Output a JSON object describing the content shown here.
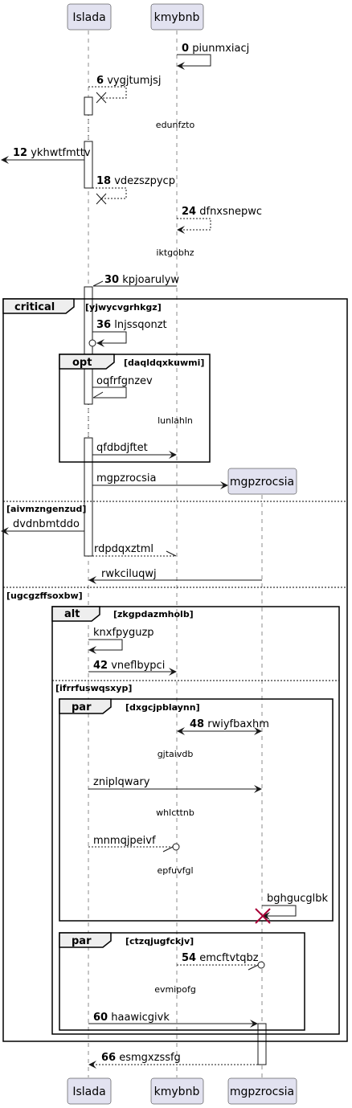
{
  "participants": {
    "islada": "Islada",
    "kmybnb": "kmybnb",
    "mgpzrocsia": "mgpzrocsia"
  },
  "messages": {
    "m0": {
      "num": "0",
      "text": "piunmxiacj"
    },
    "m6": {
      "num": "6",
      "text": "vygjtumjsj"
    },
    "m12": {
      "num": "12",
      "text": "ykhwtfmttv"
    },
    "m18": {
      "num": "18",
      "text": "vdezszpycp"
    },
    "m24": {
      "num": "24",
      "text": "dfnxsnepwc"
    },
    "m30": {
      "num": "30",
      "text": "kpjoarulyw"
    },
    "m36": {
      "num": "36",
      "text": "lnjssqonzt"
    },
    "oqfrfgnzev": "oqfrfgnzev",
    "qfdbdjftet": "qfdbdjftet",
    "mgpzrocsia_create": "mgpzrocsia",
    "dvdnbmtddo": "dvdnbmtddo",
    "rdpdqxztml": "rdpdqxztml",
    "rwkciluqwj": "rwkciluqwj",
    "knxfpyguzp": "knxfpyguzp",
    "m42": {
      "num": "42",
      "text": "vneflbypci"
    },
    "m48": {
      "num": "48",
      "text": "rwiyfbaxhm"
    },
    "zniplqwary": "zniplqwary",
    "mnmqjpeivf": "mnmqjpeivf",
    "bghgucglbk": "bghgucglbk",
    "m54": {
      "num": "54",
      "text": "emcftvtqbz"
    },
    "m60": {
      "num": "60",
      "text": "haawicgivk"
    },
    "m66": {
      "num": "66",
      "text": "esmgxzssfg"
    }
  },
  "dividers": {
    "edunfzto": "edunfzto",
    "iktgobhz": "iktgobhz",
    "lunlahln": "lunlahln",
    "gjtaivdb": "gjtaivdb",
    "whlcttnb": "whlcttnb",
    "epfuvfgl": "epfuvfgl",
    "evmipofg": "evmipofg"
  },
  "fragments": {
    "critical": {
      "keyword": "critical",
      "guard": "[yjwycvgrhkgz]",
      "else1": "[aivmzngenzud]",
      "else2": "[ugcgzffsoxbw]"
    },
    "opt": {
      "keyword": "opt",
      "guard": "[daqldqxkuwmi]"
    },
    "alt": {
      "keyword": "alt",
      "guard": "[zkgpdazmholb]",
      "else1": "[ifrrfuswqsxyp]"
    },
    "par1": {
      "keyword": "par",
      "guard": "[dxgcjpblaynn]"
    },
    "par2": {
      "keyword": "par",
      "guard": "[ctzqjugfckjv]"
    }
  }
}
